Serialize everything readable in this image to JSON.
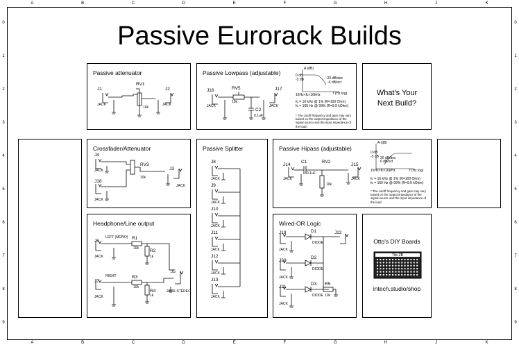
{
  "title": "Passive Eurorack Builds",
  "grid": {
    "columns": [
      "A",
      "B",
      "C",
      "D",
      "E",
      "F",
      "G",
      "H",
      "J",
      "K"
    ],
    "rows": [
      "0",
      "1",
      "2",
      "3",
      "4",
      "5",
      "6",
      "7",
      "8",
      "9"
    ]
  },
  "boxes": {
    "attenuator": {
      "title": "Passive attenuator",
      "refs": [
        "J1",
        "RV1",
        "J2"
      ],
      "jack": "JACK",
      "res": "10k"
    },
    "lowpass": {
      "title": "Passive Lowpass (adjustable)",
      "refs": [
        "J16",
        "RV5",
        "J17",
        "C2"
      ],
      "res": "10k",
      "cap": "0.1uF",
      "jack": "JACK",
      "graph": {
        "yaxis": "A (dB)",
        "y0": "0 dB",
        "y1": "-3 dB",
        "slope": "-20 dB/dec",
        "slope2": "-6 dB/oct",
        "xaxis": "f (Hz log)",
        "range": "16Hz<fc<16kHz"
      },
      "fc_lines": [
        "fc = 16 kHz @ 1% (R=100 Ohm)",
        "fc = 160 Hz @ 99% (R=9.9 kOhm)"
      ],
      "note": "* The cutoff frequency and gain may vary based on the output impedance of the signal source and the input impedance of the load."
    },
    "next": {
      "line1": "What's Your",
      "line2": "Next Build?"
    },
    "crossfader": {
      "title": "Crossfader/Attenuator",
      "refs": [
        "J4",
        "RV3",
        "J3",
        "J18"
      ],
      "res": "10k",
      "jack": "JACK"
    },
    "splitter": {
      "title": "Passive Splitter",
      "refs": [
        "J8",
        "J9",
        "J10",
        "J11",
        "J12",
        "J13"
      ],
      "jack": "JACK"
    },
    "hipass": {
      "title": "Passive Hipass (adjustable)",
      "refs": [
        "J14",
        "C1",
        "RV2",
        "J15"
      ],
      "res": "10k",
      "cap": "0.1uF",
      "jack": "JACK",
      "graph": {
        "yaxis": "A (dB)",
        "y0": "0 dB",
        "y1": "-3 dB",
        "slope": "20 dB/dec",
        "slope2": "6 dB/oct",
        "xaxis": "f (Hz log)",
        "range": "16Hz<fc<16kHz"
      },
      "fc_lines": [
        "fc = 16 kHz @ 1% (R=100 Ohm)",
        "fc = 160 Hz @ 99% (R=9.9 kOhm)"
      ],
      "note": "* The cutoff frequency and gain may vary based on the output impedance of the signal source and the input impedance of the load."
    },
    "headphone": {
      "title": "Headphone/Line output",
      "refs": [
        "J6",
        "R1",
        "R2",
        "J5",
        "J7",
        "R3",
        "R4"
      ],
      "left": "LEFT (MONO)",
      "right": "RIGHT",
      "stereo": "JACK-STEREO",
      "jack": "JACK",
      "r1": "10k",
      "r2": "1k",
      "r3": "10k",
      "r4": "1k"
    },
    "wiredor": {
      "title": "Wired-OR Logic",
      "refs": [
        "J19",
        "D1",
        "J22",
        "J20",
        "D2",
        "J21",
        "D3",
        "R5"
      ],
      "diode": "DIODE",
      "jack": "JACK",
      "r5": "10k"
    },
    "otto": {
      "title": "Otto's DIY Boards",
      "board": "Tile-ZB",
      "url": "intech.studio/shop"
    }
  }
}
